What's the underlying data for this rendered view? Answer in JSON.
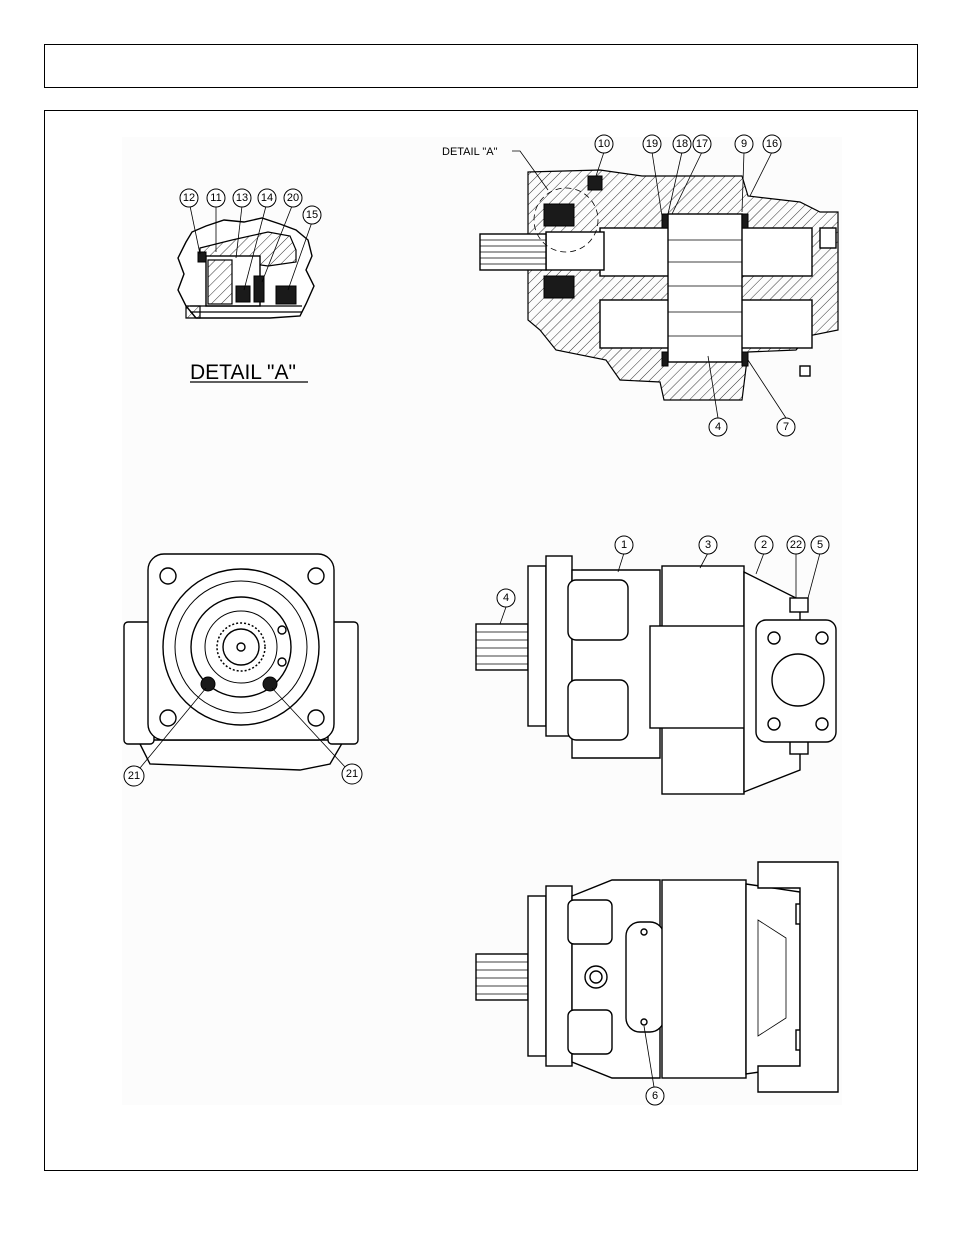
{
  "header": {
    "title": ""
  },
  "detail": {
    "label": "DETAIL \"A\"",
    "pointer_label": "DETAIL \"A\"",
    "callouts": [
      "12",
      "11",
      "13",
      "14",
      "20",
      "15"
    ]
  },
  "views": {
    "section": {
      "callouts": [
        "10",
        "19",
        "18",
        "17",
        "9",
        "16",
        "4",
        "7"
      ]
    },
    "front": {
      "callouts": [
        "21",
        "21"
      ]
    },
    "side": {
      "callouts": [
        "1",
        "3",
        "2",
        "22",
        "5",
        "4"
      ]
    },
    "bottom": {
      "callouts": [
        "6"
      ]
    }
  },
  "colors": {
    "line": "#000000",
    "fill": "#ffffff",
    "panel": "#fcfcfc"
  }
}
